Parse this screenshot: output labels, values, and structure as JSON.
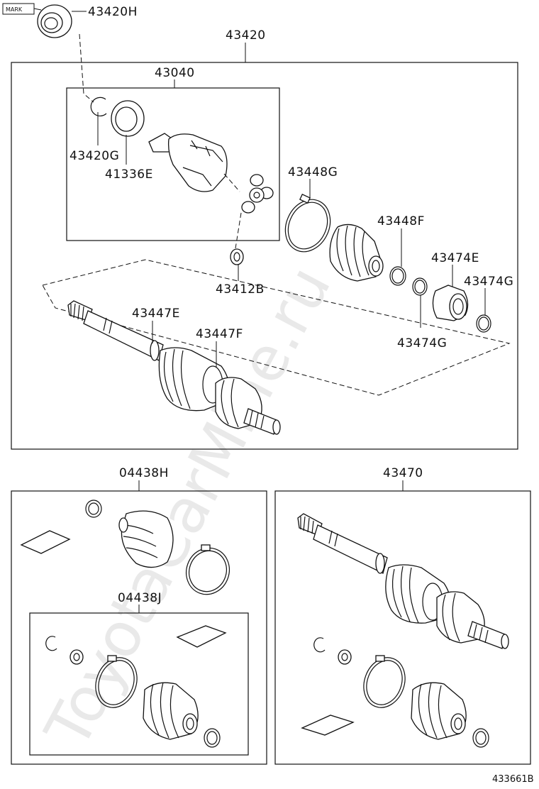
{
  "labels": {
    "p43420H": "43420H",
    "mark": "MARK",
    "p43420": "43420",
    "p43040": "43040",
    "p43420G": "43420G",
    "p41336E": "41336E",
    "p43448G": "43448G",
    "p43448F": "43448F",
    "p43474E": "43474E",
    "p43474G_a": "43474G",
    "p43474G_b": "43474G",
    "p43412B": "43412B",
    "p43447E": "43447E",
    "p43447F": "43447F",
    "p04438H": "04438H",
    "p04438J": "04438J",
    "p43470": "43470"
  },
  "watermark": "ToyotaCarMine.ru",
  "footer_code": "433661B"
}
